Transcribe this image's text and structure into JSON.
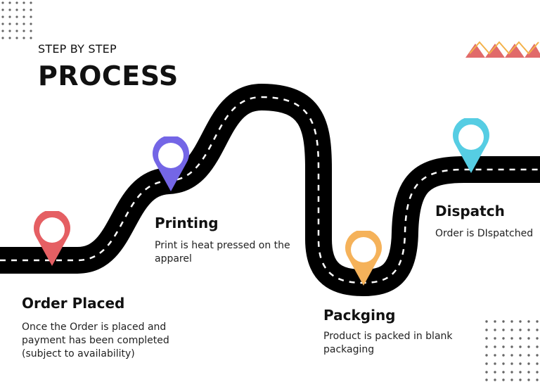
{
  "header": {
    "subtitle": "STEP BY STEP",
    "title": "PROCESS"
  },
  "steps": [
    {
      "title": "Order Placed",
      "description_lines": [
        "Once the Order is placed and",
        "payment has been completed",
        "(subject to availability)"
      ],
      "color": "#e55f63"
    },
    {
      "title": "Printing",
      "description_lines": [
        "Print is heat pressed on the",
        "apparel"
      ],
      "color": "#7466e6"
    },
    {
      "title": "Packging",
      "description_lines": [
        "Product is packed in blank",
        "packaging"
      ],
      "color": "#f5b25a"
    },
    {
      "title": "Dispatch",
      "description_lines": [
        "Order is DIspatched"
      ],
      "color": "#56cde3"
    }
  ],
  "icons": {
    "pin": "map-pin-icon",
    "decoration": "zigzag-decoration"
  },
  "colors": {
    "road": "#000000",
    "road_dash": "#ffffff",
    "zigzag_fill": "#e16a6a",
    "zigzag_stroke": "#f3b24a",
    "dots": "#666666"
  }
}
